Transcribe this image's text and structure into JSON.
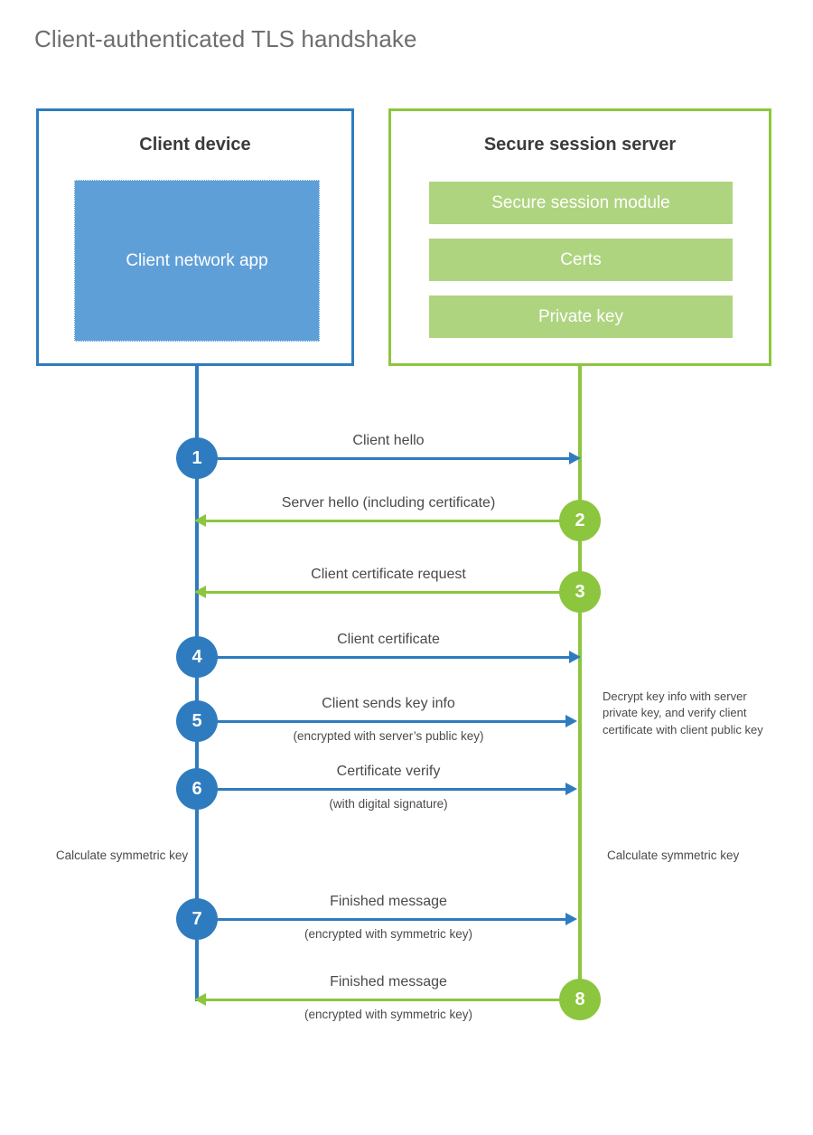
{
  "title": "Client-authenticated TLS handshake",
  "colors": {
    "client_blue": "#2e7cbf",
    "client_app_fill": "#5f9fd8",
    "server_green": "#8cc63f",
    "server_bar_fill": "#afd480",
    "title_gray": "#6d6e70",
    "label_gray": "#4a4a4a"
  },
  "client": {
    "title": "Client device",
    "app_label": "Client network app"
  },
  "server": {
    "title": "Secure session server",
    "bars": [
      "Secure session module",
      "Certs",
      "Private key"
    ]
  },
  "messages": [
    {
      "number": "1",
      "label": "Client hello",
      "sublabel": "",
      "direction": "client-to-server",
      "color": "blue"
    },
    {
      "number": "2",
      "label": "Server hello (including certificate)",
      "sublabel": "",
      "direction": "server-to-client",
      "color": "green"
    },
    {
      "number": "3",
      "label": "Client certificate request",
      "sublabel": "",
      "direction": "server-to-client",
      "color": "green"
    },
    {
      "number": "4",
      "label": "Client certificate",
      "sublabel": "",
      "direction": "client-to-server",
      "color": "blue"
    },
    {
      "number": "5",
      "label": "Client sends key info",
      "sublabel": "(encrypted with server’s public key)",
      "direction": "client-to-server",
      "color": "blue"
    },
    {
      "number": "6",
      "label": "Certificate verify",
      "sublabel": "(with digital signature)",
      "direction": "client-to-server",
      "color": "blue"
    },
    {
      "number": "7",
      "label": "Finished message",
      "sublabel": "(encrypted with symmetric key)",
      "direction": "client-to-server",
      "color": "blue"
    },
    {
      "number": "8",
      "label": "Finished message",
      "sublabel": "(encrypted with symmetric key)",
      "direction": "server-to-client",
      "color": "green"
    }
  ],
  "notes": {
    "decrypt": "Decrypt key info with server private key, and verify client certificate with client public key",
    "calculate_client": "Calculate symmetric key",
    "calculate_server": "Calculate symmetric key"
  }
}
